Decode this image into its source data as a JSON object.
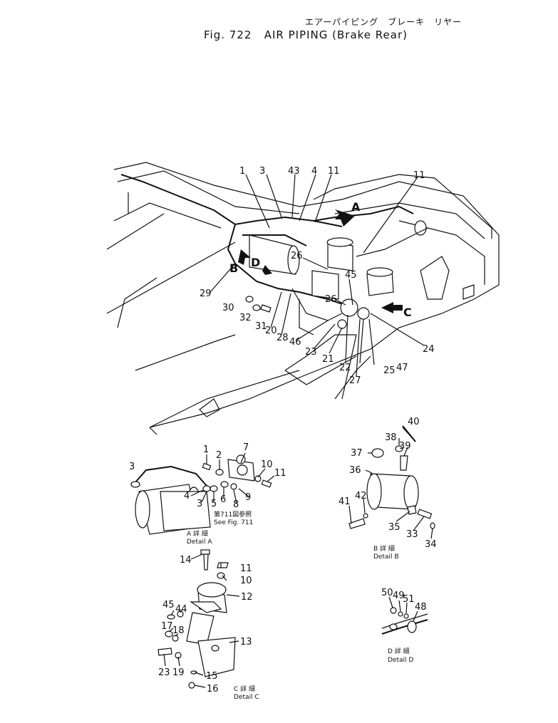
{
  "title": {
    "japanese": "エアーパイピング　ブレーキ　リヤー",
    "figure": "Fig. 722",
    "english": "AIR  PIPING (Brake Rear)"
  },
  "main_labels": [
    "1",
    "3",
    "43",
    "4",
    "11",
    "11",
    "26",
    "45",
    "26",
    "29",
    "30",
    "32",
    "31",
    "20",
    "28",
    "46",
    "23",
    "21",
    "22",
    "27",
    "25",
    "47",
    "24"
  ],
  "arrows": [
    "A",
    "B",
    "D",
    "C"
  ],
  "detail_a": {
    "labels": [
      "1",
      "2",
      "7",
      "3",
      "10",
      "11",
      "4",
      "3",
      "5",
      "6",
      "8",
      "9"
    ],
    "see_jp": "第711図参照",
    "see_en": "See Fig. 711",
    "caption_jp": "A 詳 細",
    "caption_en": "Detail A"
  },
  "detail_b": {
    "labels": [
      "40",
      "38",
      "39",
      "37",
      "36",
      "41",
      "42",
      "35",
      "33",
      "34"
    ],
    "caption_jp": "B 詳 細",
    "caption_en": "Detail B"
  },
  "detail_c": {
    "labels": [
      "14",
      "11",
      "10",
      "12",
      "45",
      "44",
      "17",
      "18",
      "13",
      "23",
      "19",
      "15",
      "16"
    ],
    "caption_jp": "C 詳 細",
    "caption_en": "Detail C"
  },
  "detail_d": {
    "labels": [
      "50",
      "49",
      "51",
      "48"
    ],
    "caption_jp": "D 詳 細",
    "caption_en": "Detail D"
  }
}
